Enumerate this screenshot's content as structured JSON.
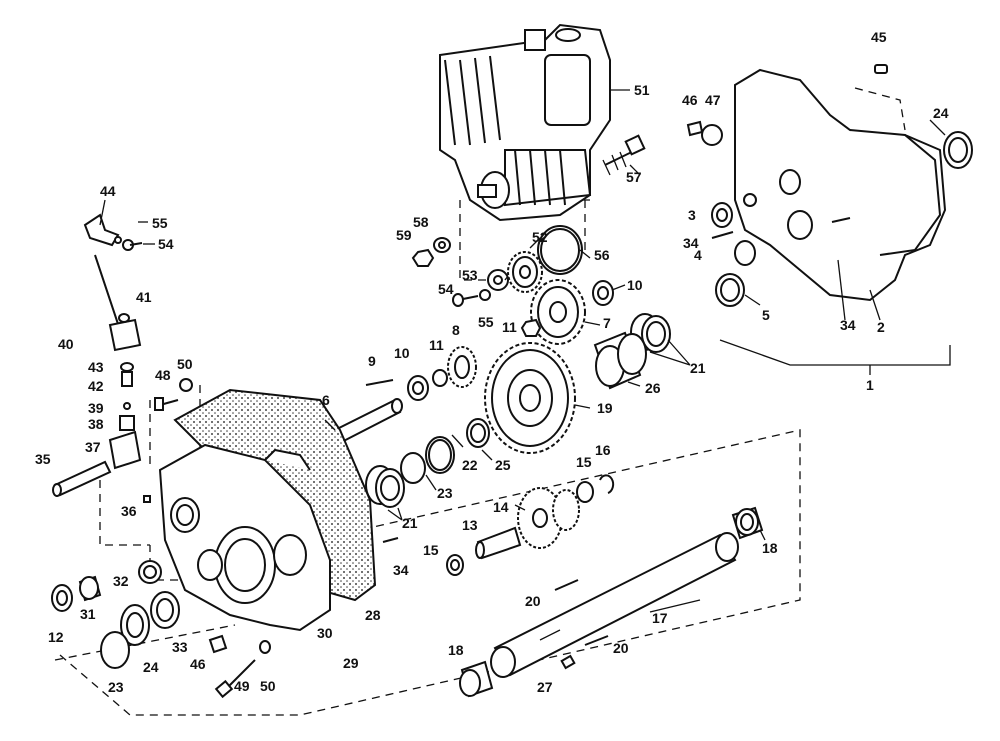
{
  "callouts": {
    "c1": "1",
    "c2": "2",
    "c3": "3",
    "c4": "4",
    "c5": "5",
    "c6": "6",
    "c7": "7",
    "c8": "8",
    "c9": "9",
    "c10a": "10",
    "c10b": "10",
    "c11a": "11",
    "c11b": "11",
    "c12": "12",
    "c13": "13",
    "c14": "14",
    "c15a": "15",
    "c15b": "15",
    "c16": "16",
    "c17": "17",
    "c18a": "18",
    "c18b": "18",
    "c19": "19",
    "c20a": "20",
    "c20b": "20",
    "c21a": "21",
    "c21b": "21",
    "c22": "22",
    "c23a": "23",
    "c23b": "23",
    "c24a": "24",
    "c24b": "24",
    "c25": "25",
    "c26": "26",
    "c27": "27",
    "c28": "28",
    "c29": "29",
    "c30": "30",
    "c31": "31",
    "c32": "32",
    "c33": "33",
    "c34a": "34",
    "c34b": "34",
    "c34c": "34",
    "c35": "35",
    "c36": "36",
    "c37": "37",
    "c38": "38",
    "c39": "39",
    "c40": "40",
    "c41": "41",
    "c42": "42",
    "c43": "43",
    "c44": "44",
    "c45": "45",
    "c46a": "46",
    "c46b": "46",
    "c47": "47",
    "c48": "48",
    "c49": "49",
    "c50a": "50",
    "c50b": "50",
    "c51": "51",
    "c52": "52",
    "c53": "53",
    "c54a": "54",
    "c54b": "54",
    "c55a": "55",
    "c55b": "55",
    "c56": "56",
    "c57": "57",
    "c58": "58",
    "c59": "59"
  }
}
